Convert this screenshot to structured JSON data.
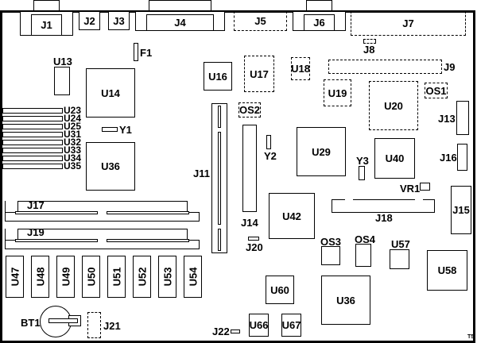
{
  "title": "System board component layout",
  "components": {
    "J1": "J1",
    "J2": "J2",
    "J3": "J3",
    "J4": "J4",
    "J5": "J5",
    "J6": "J6",
    "J7": "J7",
    "J8": "J8",
    "J9": "J9",
    "J11": "J11",
    "J13": "J13",
    "J14": "J14",
    "J15": "J15",
    "J16": "J16",
    "J17": "J17",
    "J18": "J18",
    "J19": "J19",
    "J20": "J20",
    "J21": "J21",
    "J22": "J22",
    "F1": "F1",
    "Y1": "Y1",
    "Y2": "Y2",
    "Y3": "Y3",
    "VR1": "VR1",
    "BT1": "BT1",
    "OS1": "OS1",
    "OS2": "OS2",
    "OS3": "OS3",
    "OS4": "OS4",
    "U13": "U13",
    "U14": "U14",
    "U16": "U16",
    "U17": "U17",
    "U18": "U18",
    "U19": "U19",
    "U20": "U20",
    "U23": "U23",
    "U24": "U24",
    "U25": "U25",
    "U31": "U31",
    "U32": "U32",
    "U33": "U33",
    "U34": "U34",
    "U35": "U35",
    "U36a": "U36",
    "U29": "U29",
    "U40": "U40",
    "U42": "U42",
    "U47": "U47",
    "U48": "U48",
    "U49": "U49",
    "U50": "U50",
    "U51": "U51",
    "U52": "U52",
    "U53": "U53",
    "U54": "U54",
    "U57": "U57",
    "U58": "U58",
    "U60": "U60",
    "U36b": "U36",
    "U66": "U66",
    "U67": "U67"
  },
  "corner_mark": "T5"
}
